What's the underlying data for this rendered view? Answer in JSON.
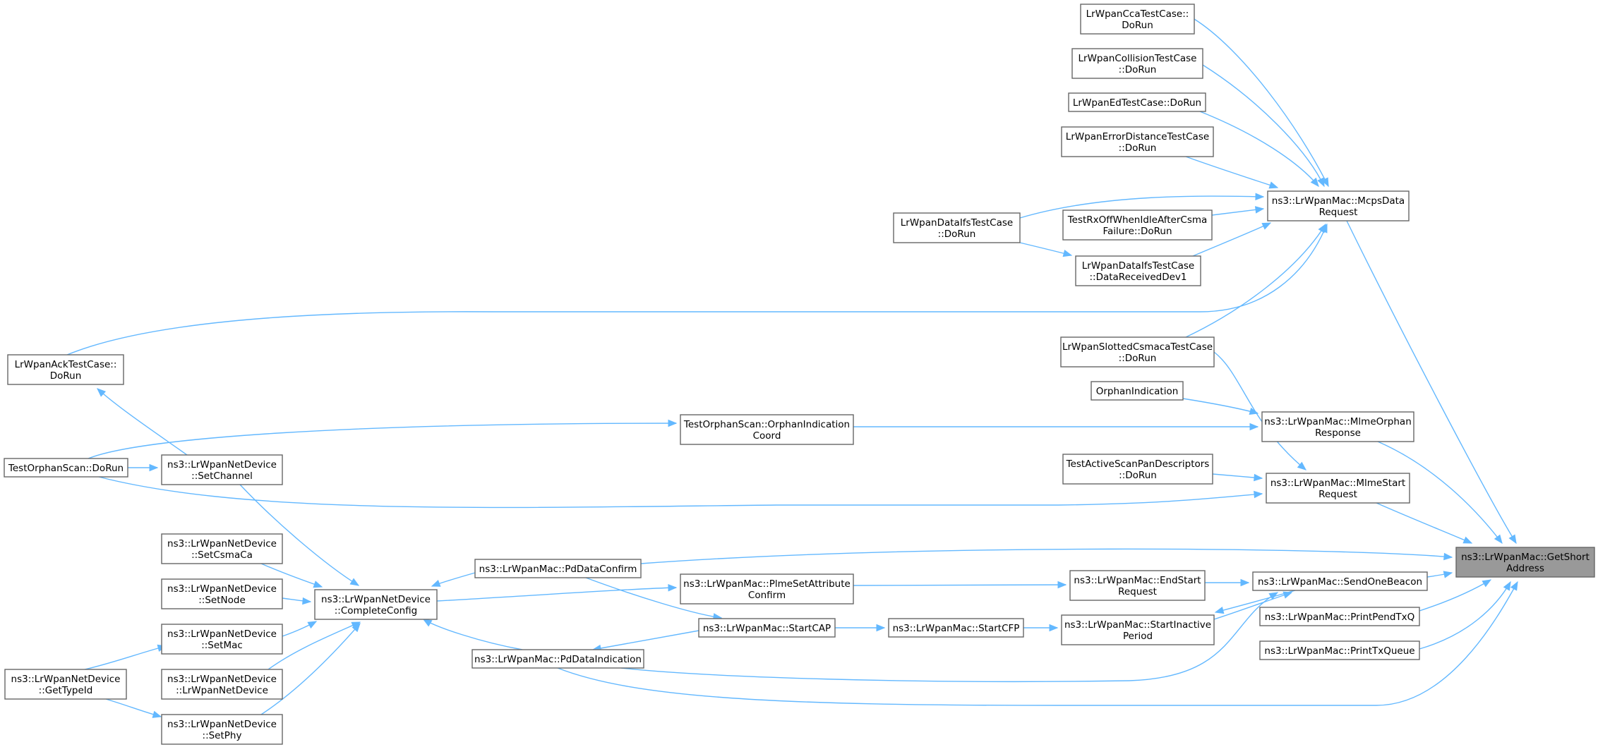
{
  "graph": {
    "root": "n0",
    "nodes": [
      {
        "id": "n0",
        "lines": [
          "ns3::LrWpanMac::GetShort",
          "Address"
        ]
      },
      {
        "id": "n1",
        "lines": [
          "ns3::LrWpanMac::McpsData",
          "Request"
        ]
      },
      {
        "id": "n2",
        "lines": [
          "LrWpanCcaTestCase::",
          "DoRun"
        ]
      },
      {
        "id": "n3",
        "lines": [
          "LrWpanCollisionTestCase",
          "::DoRun"
        ]
      },
      {
        "id": "n4",
        "lines": [
          "LrWpanEdTestCase::DoRun"
        ]
      },
      {
        "id": "n5",
        "lines": [
          "LrWpanErrorDistanceTestCase",
          "::DoRun"
        ]
      },
      {
        "id": "n6",
        "lines": [
          "TestRxOffWhenIdleAfterCsma",
          "Failure::DoRun"
        ]
      },
      {
        "id": "n7",
        "lines": [
          "LrWpanDataIfsTestCase",
          "::DoRun"
        ]
      },
      {
        "id": "n8",
        "lines": [
          "LrWpanDataIfsTestCase",
          "::DataReceivedDev1"
        ]
      },
      {
        "id": "n9",
        "lines": [
          "LrWpanAckTestCase::",
          "DoRun"
        ]
      },
      {
        "id": "n10",
        "lines": [
          "LrWpanSlottedCsmacaTestCase",
          "::DoRun"
        ]
      },
      {
        "id": "n11",
        "lines": [
          "OrphanIndication"
        ]
      },
      {
        "id": "n12",
        "lines": [
          "ns3::LrWpanMac::MlmeOrphan",
          "Response"
        ]
      },
      {
        "id": "n13",
        "lines": [
          "TestOrphanScan::OrphanIndication",
          "Coord"
        ]
      },
      {
        "id": "n14",
        "lines": [
          "TestOrphanScan::DoRun"
        ]
      },
      {
        "id": "n15",
        "lines": [
          "ns3::LrWpanNetDevice",
          "::SetChannel"
        ]
      },
      {
        "id": "n16",
        "lines": [
          "TestActiveScanPanDescriptors",
          "::DoRun"
        ]
      },
      {
        "id": "n17",
        "lines": [
          "ns3::LrWpanMac::MlmeStart",
          "Request"
        ]
      },
      {
        "id": "n18",
        "lines": [
          "ns3::LrWpanNetDevice",
          "::SetCsmaCa"
        ]
      },
      {
        "id": "n19",
        "lines": [
          "ns3::LrWpanMac::PdDataConfirm"
        ]
      },
      {
        "id": "n20",
        "lines": [
          "ns3::LrWpanNetDevice",
          "::SetNode"
        ]
      },
      {
        "id": "n21",
        "lines": [
          "ns3::LrWpanNetDevice",
          "::CompleteConfig"
        ]
      },
      {
        "id": "n22",
        "lines": [
          "ns3::LrWpanMac::PlmeSetAttribute",
          "Confirm"
        ]
      },
      {
        "id": "n23",
        "lines": [
          "ns3::LrWpanMac::EndStart",
          "Request"
        ]
      },
      {
        "id": "n24",
        "lines": [
          "ns3::LrWpanMac::SendOneBeacon"
        ]
      },
      {
        "id": "n25",
        "lines": [
          "ns3::LrWpanNetDevice",
          "::SetMac"
        ]
      },
      {
        "id": "n26",
        "lines": [
          "ns3::LrWpanMac::StartCAP"
        ]
      },
      {
        "id": "n27",
        "lines": [
          "ns3::LrWpanMac::StartCFP"
        ]
      },
      {
        "id": "n28",
        "lines": [
          "ns3::LrWpanMac::StartInactive",
          "Period"
        ]
      },
      {
        "id": "n29",
        "lines": [
          "ns3::LrWpanMac::PrintPendTxQ"
        ]
      },
      {
        "id": "n30",
        "lines": [
          "ns3::LrWpanNetDevice",
          "::GetTypeId"
        ]
      },
      {
        "id": "n31",
        "lines": [
          "ns3::LrWpanNetDevice",
          "::LrWpanNetDevice"
        ]
      },
      {
        "id": "n32",
        "lines": [
          "ns3::LrWpanMac::PdDataIndication"
        ]
      },
      {
        "id": "n33",
        "lines": [
          "ns3::LrWpanMac::PrintTxQueue"
        ]
      },
      {
        "id": "n34",
        "lines": [
          "ns3::LrWpanNetDevice",
          "::SetPhy"
        ]
      }
    ],
    "edges": [
      {
        "from": "n1",
        "to": "n0"
      },
      {
        "from": "n2",
        "to": "n1"
      },
      {
        "from": "n3",
        "to": "n1"
      },
      {
        "from": "n4",
        "to": "n1"
      },
      {
        "from": "n5",
        "to": "n1"
      },
      {
        "from": "n6",
        "to": "n1"
      },
      {
        "from": "n7",
        "to": "n1"
      },
      {
        "from": "n7",
        "to": "n8"
      },
      {
        "from": "n8",
        "to": "n1"
      },
      {
        "from": "n9",
        "to": "n1"
      },
      {
        "from": "n10",
        "to": "n1"
      },
      {
        "from": "n10",
        "to": "n17"
      },
      {
        "from": "n11",
        "to": "n12"
      },
      {
        "from": "n12",
        "to": "n0"
      },
      {
        "from": "n13",
        "to": "n12"
      },
      {
        "from": "n14",
        "to": "n13"
      },
      {
        "from": "n14",
        "to": "n15"
      },
      {
        "from": "n14",
        "to": "n17"
      },
      {
        "from": "n15",
        "to": "n9"
      },
      {
        "from": "n15",
        "to": "n21"
      },
      {
        "from": "n16",
        "to": "n17"
      },
      {
        "from": "n17",
        "to": "n0"
      },
      {
        "from": "n18",
        "to": "n21"
      },
      {
        "from": "n19",
        "to": "n0"
      },
      {
        "from": "n19",
        "to": "n21"
      },
      {
        "from": "n20",
        "to": "n21"
      },
      {
        "from": "n21",
        "to": "n22"
      },
      {
        "from": "n22",
        "to": "n23"
      },
      {
        "from": "n22",
        "to": "n26"
      },
      {
        "from": "n23",
        "to": "n24"
      },
      {
        "from": "n24",
        "to": "n0"
      },
      {
        "from": "n24",
        "to": "n28"
      },
      {
        "from": "n25",
        "to": "n21"
      },
      {
        "from": "n26",
        "to": "n27"
      },
      {
        "from": "n26",
        "to": "n32"
      },
      {
        "from": "n27",
        "to": "n28"
      },
      {
        "from": "n28",
        "to": "n24"
      },
      {
        "from": "n29",
        "to": "n0"
      },
      {
        "from": "n30",
        "to": "n25"
      },
      {
        "from": "n30",
        "to": "n34"
      },
      {
        "from": "n31",
        "to": "n21"
      },
      {
        "from": "n32",
        "to": "n0"
      },
      {
        "from": "n32",
        "to": "n21"
      },
      {
        "from": "n32",
        "to": "n24"
      },
      {
        "from": "n33",
        "to": "n0"
      },
      {
        "from": "n34",
        "to": "n21"
      }
    ]
  }
}
